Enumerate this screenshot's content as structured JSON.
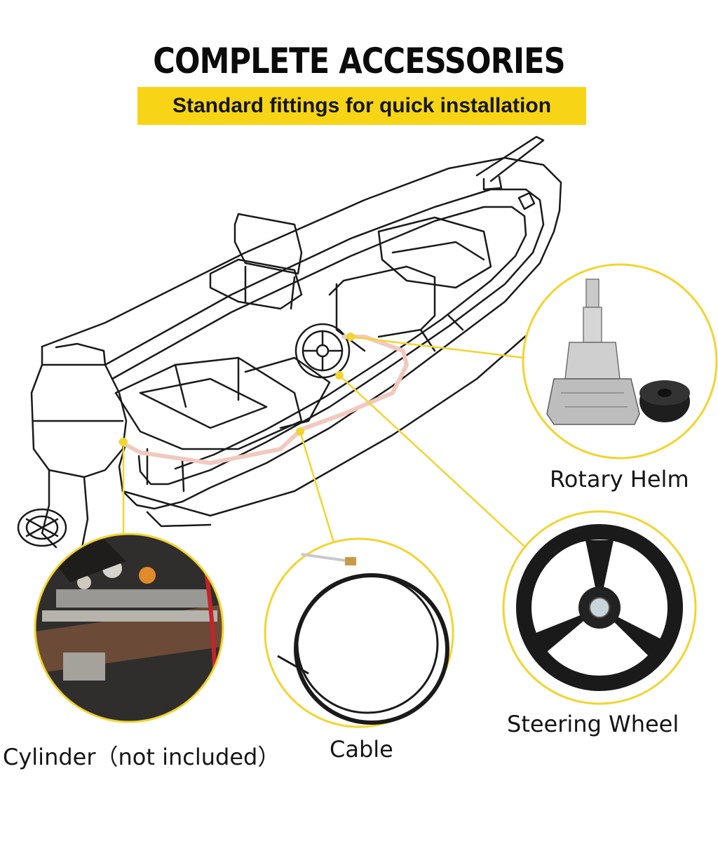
{
  "header": {
    "title": "COMPLETE ACCESSORIES",
    "subtitle": "Standard fittings for quick installation"
  },
  "colors": {
    "banner": "#f7d516",
    "callout_circle": "#f2d430",
    "cable_route": "#f1c9bf",
    "outline": "#1a1a1a"
  },
  "components": [
    {
      "id": "rotary-helm",
      "label": "Rotary Helm"
    },
    {
      "id": "steering-wheel",
      "label": "Steering Wheel"
    },
    {
      "id": "cylinder",
      "label": "Cylinder（not included）"
    },
    {
      "id": "cable",
      "label": "Cable"
    }
  ]
}
